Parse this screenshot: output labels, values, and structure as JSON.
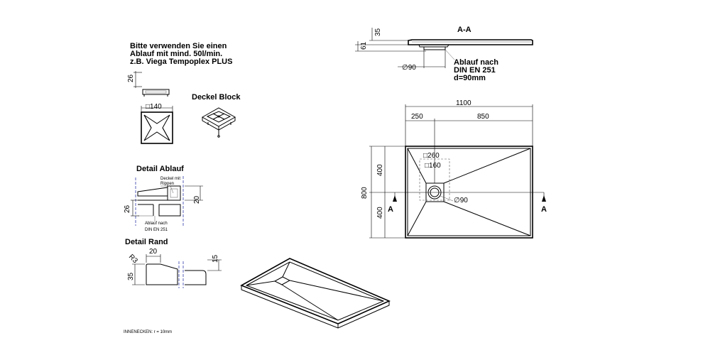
{
  "notes": {
    "drain_line1": "Bitte verwenden Sie einen",
    "drain_line2": "Ablauf mit mind. 50l/min.",
    "drain_line3": "z.B. Viega Tempoplex PLUS",
    "corner_note": "INNENECKEN: r = 10mm"
  },
  "cover": {
    "height_dim": "26",
    "square_dim": "□140",
    "block_title": "Deckel Block"
  },
  "detail_ablauf": {
    "title": "Detail Ablauf",
    "label_cover_line1": "Deckel mit",
    "label_cover_line2": "Rippen",
    "dim_20": "20",
    "dim_26": "26",
    "label_drain_line1": "Ablauf nach",
    "label_drain_line2": "DIN EN 251"
  },
  "detail_rand": {
    "title": "Detail Rand",
    "radius": "R3",
    "dim_20": "20",
    "dim_15": "15",
    "dim_35": "35"
  },
  "section": {
    "title": "A-A",
    "dim_35": "35",
    "dim_61": "61",
    "dia": "∅90",
    "label_line1": "Ablauf nach",
    "label_line2": "DIN EN  251",
    "label_line3": "d=90mm"
  },
  "plan": {
    "width_total": "1100",
    "width_left": "250",
    "width_right": "850",
    "height_total": "800",
    "height_top": "400",
    "height_bottom": "400",
    "drain_outer": "□260",
    "drain_inner": "□160",
    "drain_dia": "∅90",
    "section_mark_left": "A",
    "section_mark_right": "A"
  }
}
